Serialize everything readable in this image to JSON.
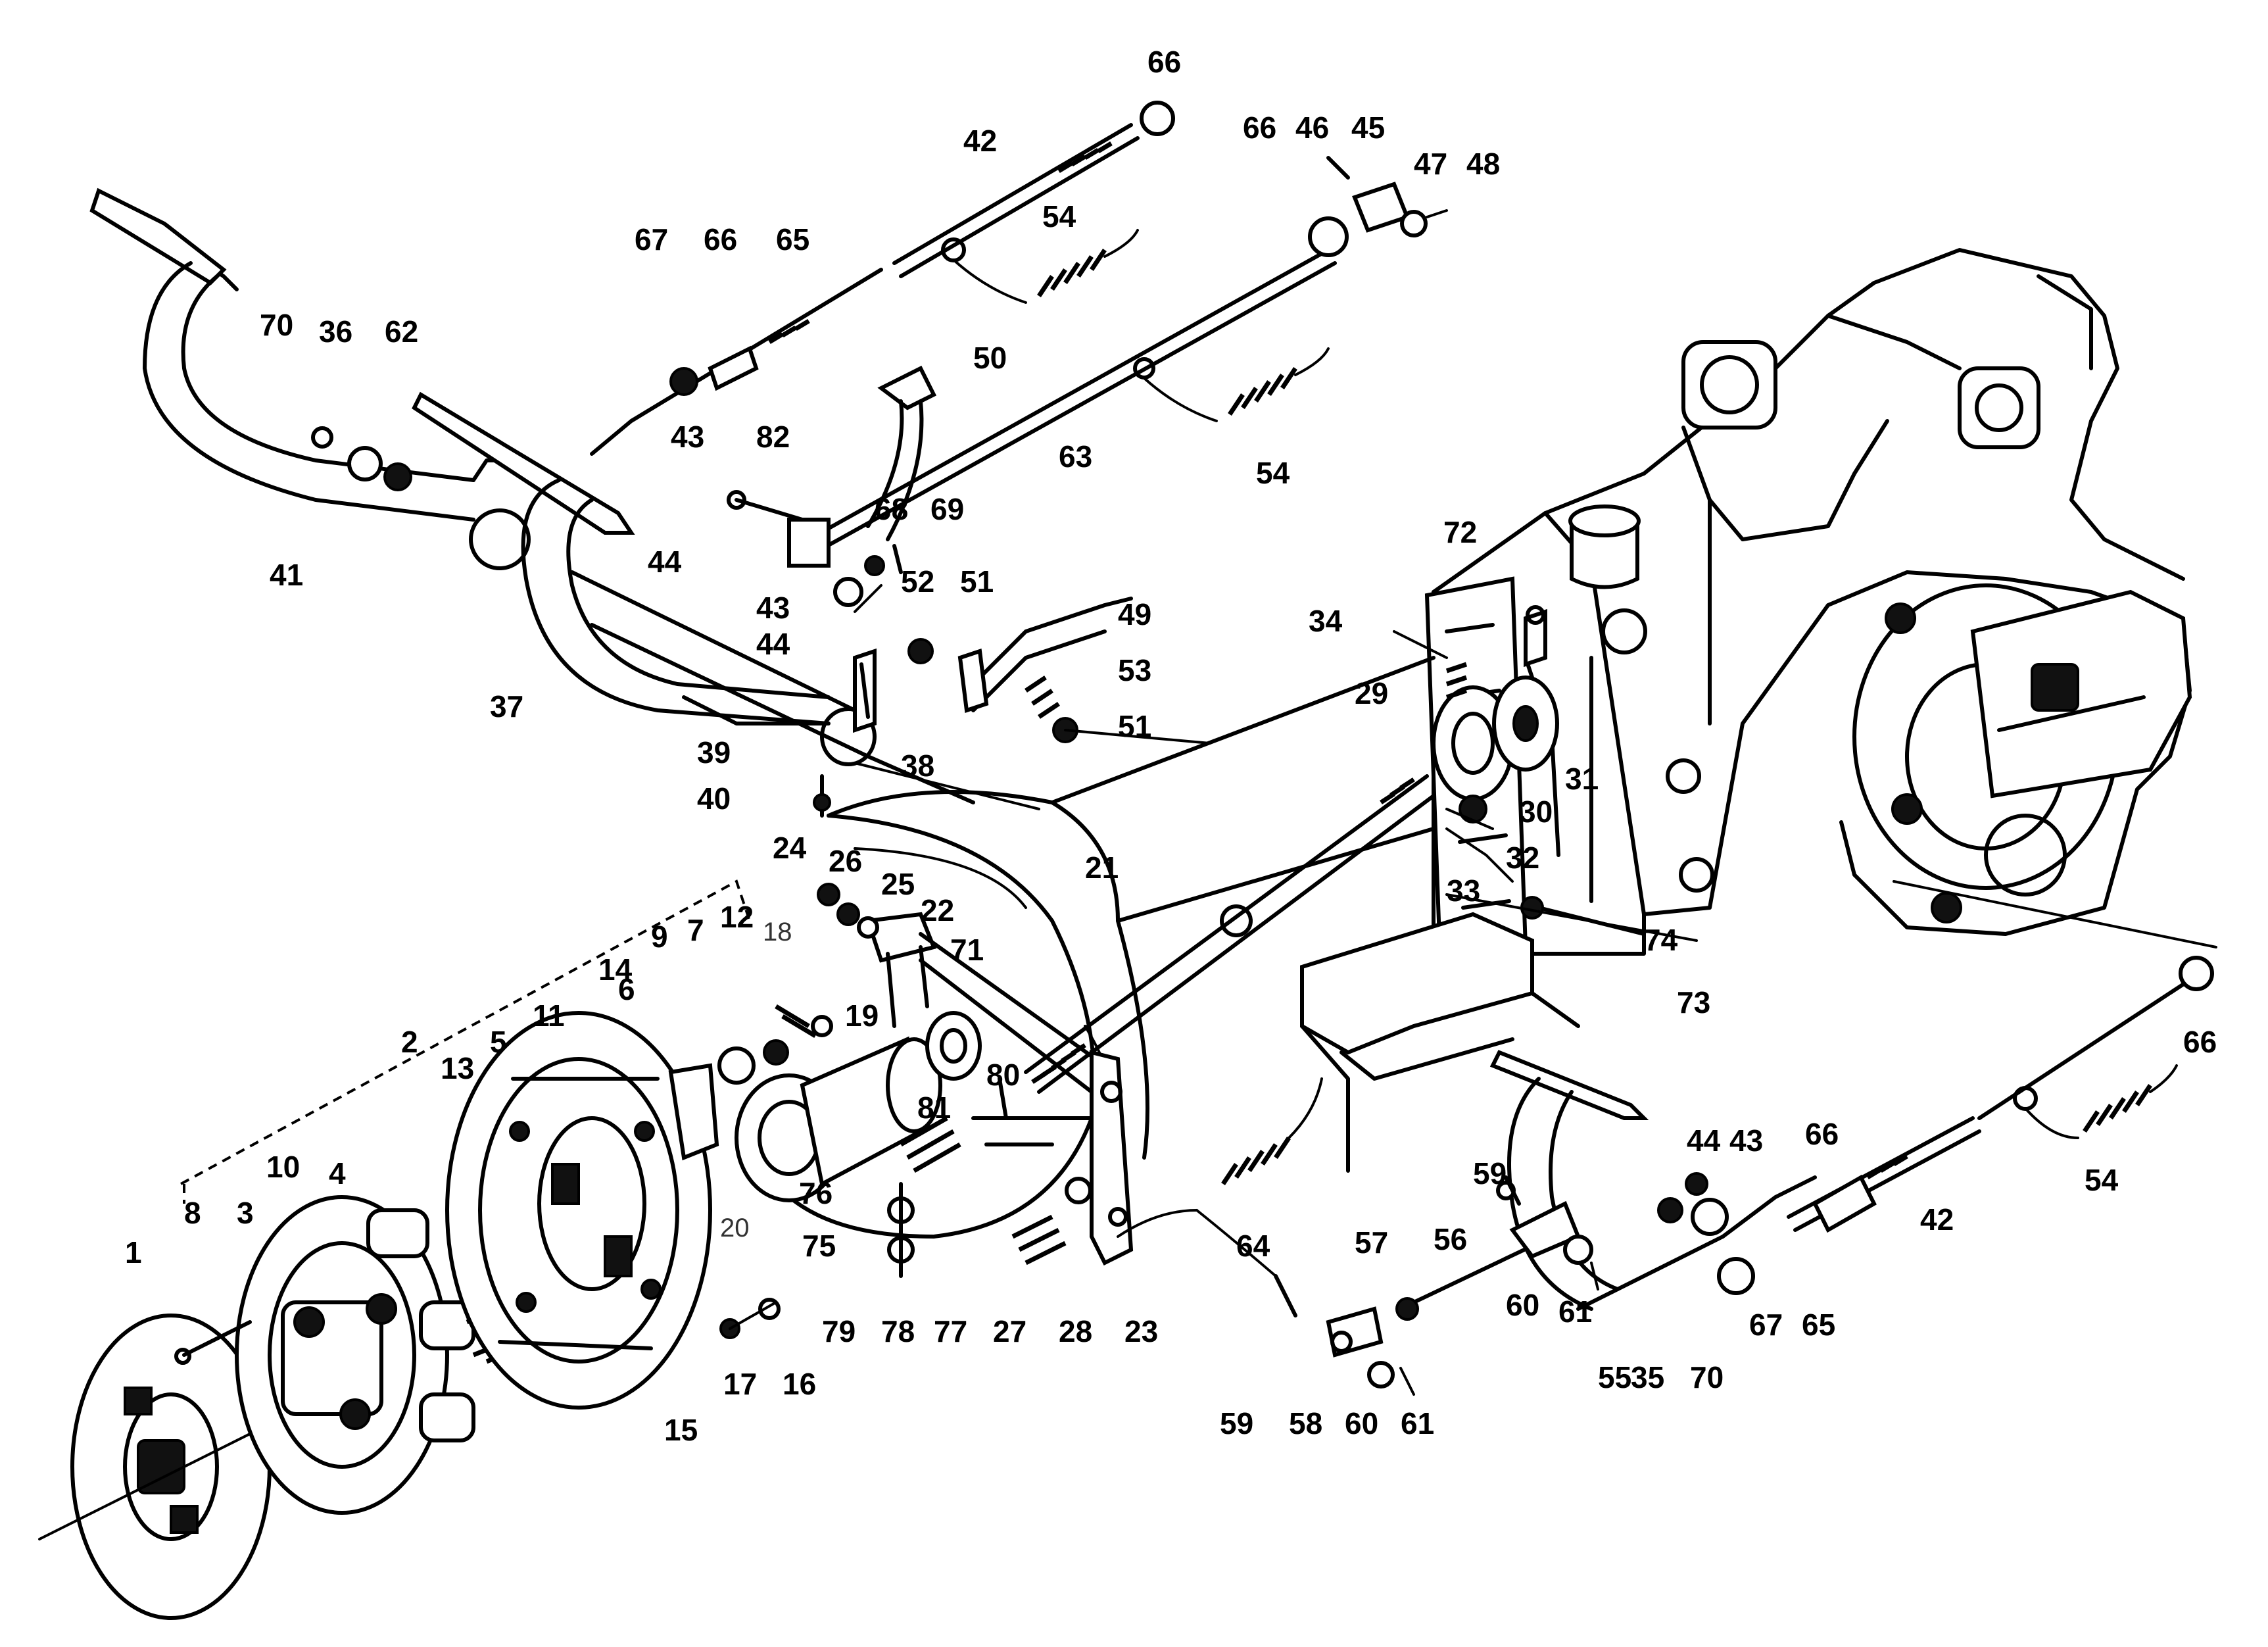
{
  "diagram": {
    "callouts": [
      "1",
      "2",
      "3",
      "4",
      "5",
      "6",
      "7",
      "8",
      "9",
      "10",
      "11",
      "12",
      "13",
      "14",
      "15",
      "16",
      "17",
      "18",
      "19",
      "20",
      "21",
      "22",
      "23",
      "24",
      "25",
      "26",
      "27",
      "28",
      "29",
      "30",
      "31",
      "32",
      "33",
      "34",
      "35",
      "36",
      "37",
      "38",
      "39",
      "40",
      "41",
      "42",
      "43",
      "44",
      "45",
      "46",
      "47",
      "48",
      "49",
      "50",
      "51",
      "52",
      "53",
      "54",
      "55",
      "56",
      "57",
      "58",
      "59",
      "60",
      "61",
      "62",
      "63",
      "64",
      "65",
      "66",
      "67",
      "68",
      "69",
      "70",
      "71",
      "72",
      "73",
      "74",
      "75",
      "76",
      "77",
      "78",
      "79",
      "80",
      "81",
      "82"
    ]
  }
}
